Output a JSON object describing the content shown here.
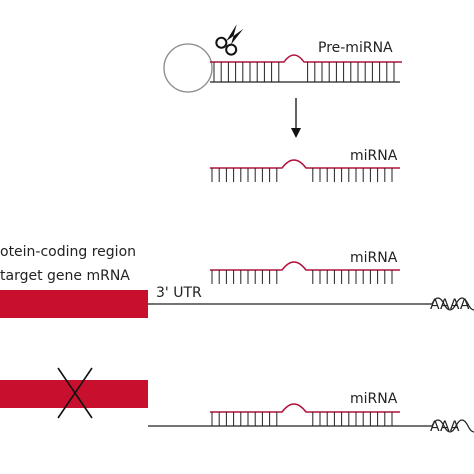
{
  "labels": {
    "pre_mirna": "Pre-miRNA",
    "mirna_1": "miRNA",
    "mirna_2": "miRNA",
    "mirna_3": "miRNA",
    "coding_line1": "otein-coding region",
    "coding_line2": "target gene mRNA",
    "utr": "3' UTR",
    "polya_1": "AAAA",
    "polya_2": "AAA"
  },
  "colors": {
    "strand": "#b0143c",
    "coding_block": "#c8102e",
    "line": "#222222",
    "loop": "#888888"
  },
  "icons": [
    "scissors-icon",
    "down-arrow-icon",
    "cross-mark-icon"
  ]
}
